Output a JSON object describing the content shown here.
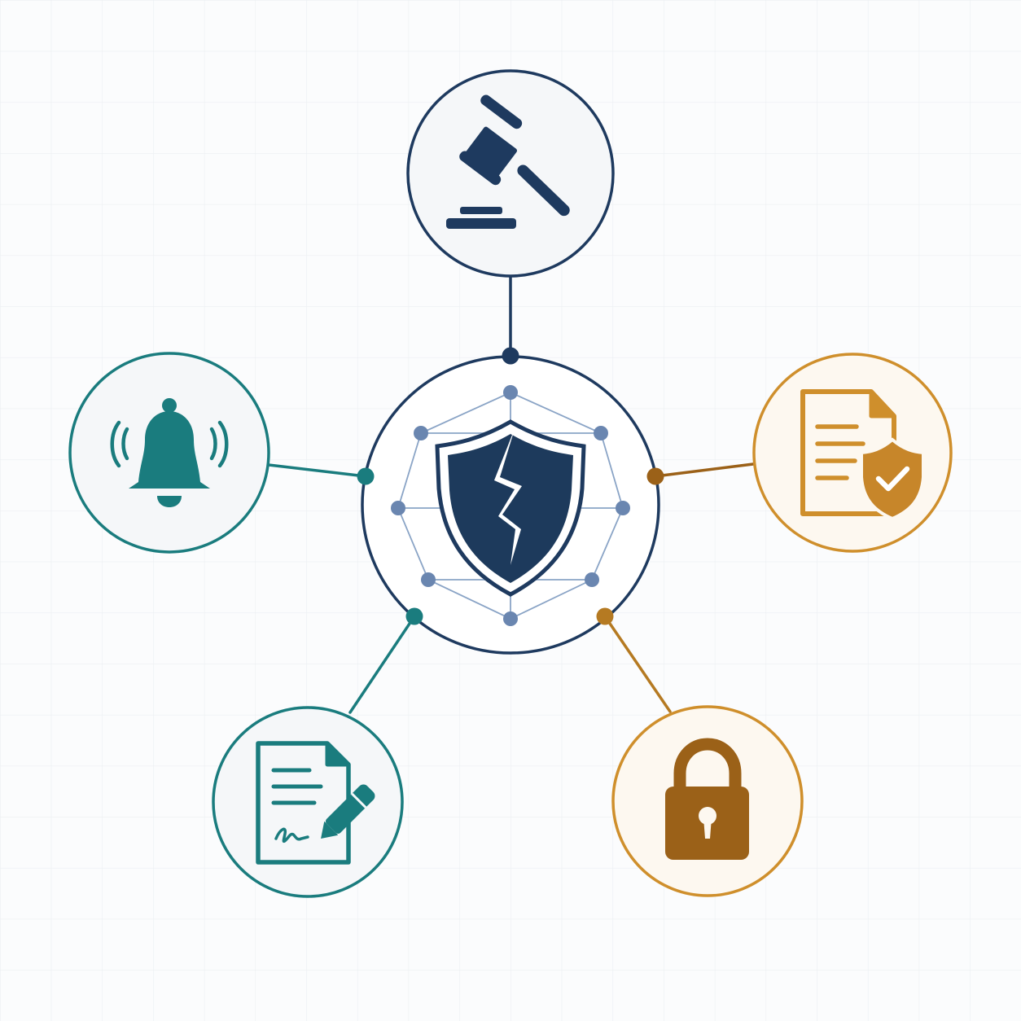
{
  "colors": {
    "background": "#fbfcfd",
    "grid": "#eceff2",
    "navy": "#1e3a5f",
    "navy_light": "#5a7aa6",
    "teal": "#1a7c7e",
    "amber": "#cf8f2c",
    "bronze": "#9b6118",
    "node_fill": "#f5f7f9"
  },
  "hub": {
    "icon": "broken-shield-icon",
    "network": "network-nodes"
  },
  "nodes": [
    {
      "id": "gavel",
      "icon": "gavel-icon",
      "color": "navy"
    },
    {
      "id": "bell",
      "icon": "alarm-bell-icon",
      "color": "teal"
    },
    {
      "id": "doc-shield",
      "icon": "document-shield-check-icon",
      "color": "amber"
    },
    {
      "id": "contract",
      "icon": "signed-contract-icon",
      "color": "teal"
    },
    {
      "id": "lock",
      "icon": "padlock-icon",
      "color": "bronze"
    }
  ]
}
